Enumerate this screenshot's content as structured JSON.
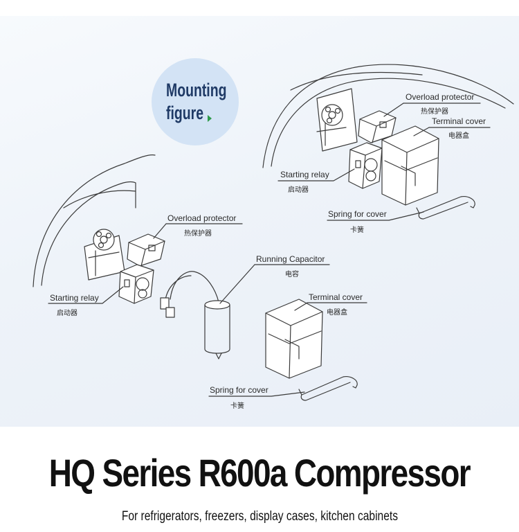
{
  "badge": {
    "line1": "Mounting",
    "line2": "figure"
  },
  "diagram_top": {
    "overload_protector": {
      "en": "Overload protector",
      "cn": "热保护器"
    },
    "terminal_cover": {
      "en": "Terminal cover",
      "cn": "电器盒"
    },
    "starting_relay": {
      "en": "Starting relay",
      "cn": "启动器"
    },
    "spring_for_cover": {
      "en": "Spring for cover",
      "cn": "卡簧"
    }
  },
  "diagram_bottom": {
    "overload_protector": {
      "en": "Overload protector",
      "cn": "热保护器"
    },
    "running_capacitor": {
      "en": "Running Capacitor",
      "cn": "电容"
    },
    "starting_relay": {
      "en": "Starting relay",
      "cn": "启动器"
    },
    "terminal_cover": {
      "en": "Terminal cover",
      "cn": "电器盒"
    },
    "spring_for_cover": {
      "en": "Spring for cover",
      "cn": "卡簧"
    }
  },
  "title": "HQ Series R600a Compressor",
  "subtitle": "For refrigerators, freezers, display cases, kitchen cabinets"
}
